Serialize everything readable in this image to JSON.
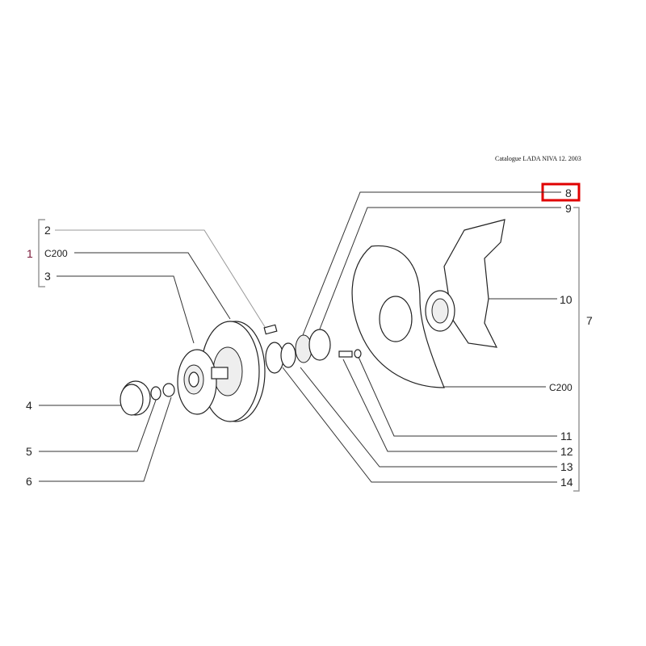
{
  "header": {
    "catalogue": "Catalogue LADA NIVA 12. 2003"
  },
  "callouts": {
    "group1": "1",
    "c200_left": "C200",
    "c200_right": "C200",
    "p2": "2",
    "p3": "3",
    "p4": "4",
    "p5": "5",
    "p6": "6",
    "p7": "7",
    "p8": "8",
    "p9": "9",
    "p10": "10",
    "p11": "11",
    "p12": "12",
    "p13": "13",
    "p14": "14"
  },
  "colors": {
    "highlight": "#e00000",
    "group_label": "#7a1a3a"
  },
  "selected_callout": "8"
}
